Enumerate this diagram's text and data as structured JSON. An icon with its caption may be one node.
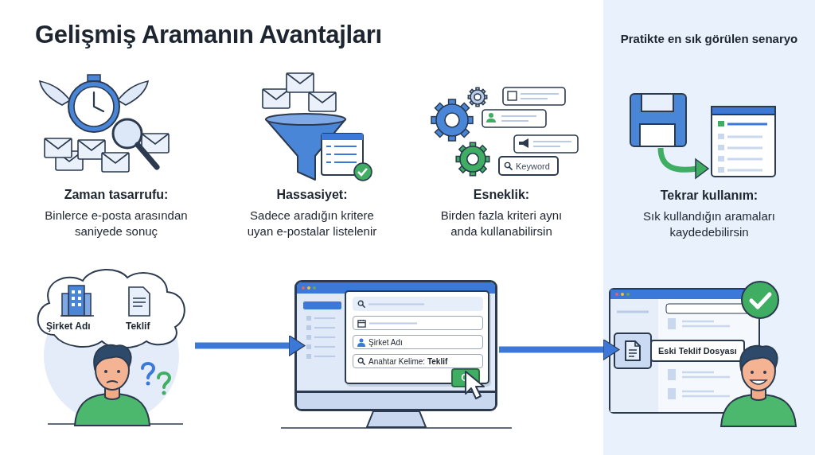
{
  "diagram": {
    "title": "Gelişmiş Aramanın Avantajları",
    "nodes": [
      {
        "text": [
          "Pratikte en sık görülen senaryo",
          "Tekrar kullanım:",
          "Sık kullandığın aramaları kaydedebilirsin"
        ]
      },
      {
        "text": [
          "Şirket Adı",
          "Teklif"
        ]
      },
      {
        "text": [
          "Şirket Adı",
          "Anahtar Kelime: **Teklif**"
        ]
      },
      {
        "text": [],
        "shape": "box",
        "in": 0
      },
      {
        "text": [
          "Eski Teklif Dosyası"
        ],
        "in": 3
      }
    ],
    "edges": [
      {
        "from": 1,
        "to": 2,
        "arrow": "to"
      },
      {
        "from": 2,
        "to": 3,
        "arrow": "to"
      }
    ],
    "labels": [
      "Keyword",
      "Zaman tasarrufu:",
      "Binlerce e-posta arasından saniyede sonuç",
      "Hassasiyet:",
      "Sadece aradığın kritere uyan e-postalar listelenir",
      "Esneklik:",
      "Birden fazla kriteri aynı anda kullanabilirsin"
    ]
  }
}
